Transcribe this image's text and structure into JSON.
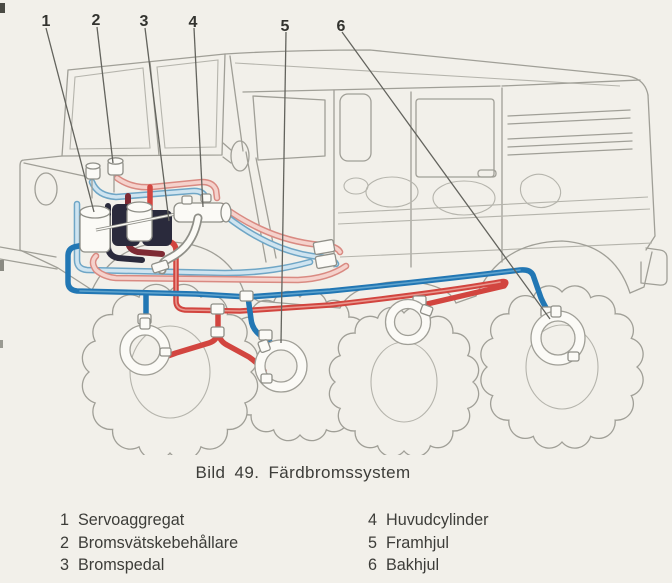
{
  "page": {
    "background": "#f2f0ea"
  },
  "figure": {
    "caption": "Bild 49. Färdbromssystem",
    "callouts": [
      "1",
      "2",
      "3",
      "4",
      "5",
      "6"
    ]
  },
  "legend": {
    "left": [
      {
        "num": "1",
        "label": "Servoaggregat"
      },
      {
        "num": "2",
        "label": "Bromsvätskebehållare"
      },
      {
        "num": "3",
        "label": "Bromspedal"
      }
    ],
    "right": [
      {
        "num": "4",
        "label": "Huvudcylinder"
      },
      {
        "num": "5",
        "label": "Framhjul"
      },
      {
        "num": "6",
        "label": "Bakhjul"
      }
    ]
  },
  "colors": {
    "line_blue": "#2277b4",
    "line_blue_core": "#5fa3cd",
    "line_red": "#d2453f",
    "line_red_core": "#e8978e",
    "light_blue": "#cfe4f0",
    "light_blue_edge": "#6fa6c6",
    "light_red": "#f5d2cc",
    "light_red_edge": "#d98a82",
    "dark_navy": "#2a2a3c",
    "dark_maroon": "#7e2a33",
    "artwork": "#a09f97",
    "leader": "#63635d",
    "text": "#3d3d39",
    "background": "#f2f0ea",
    "component_white": "#fbfaf6"
  }
}
